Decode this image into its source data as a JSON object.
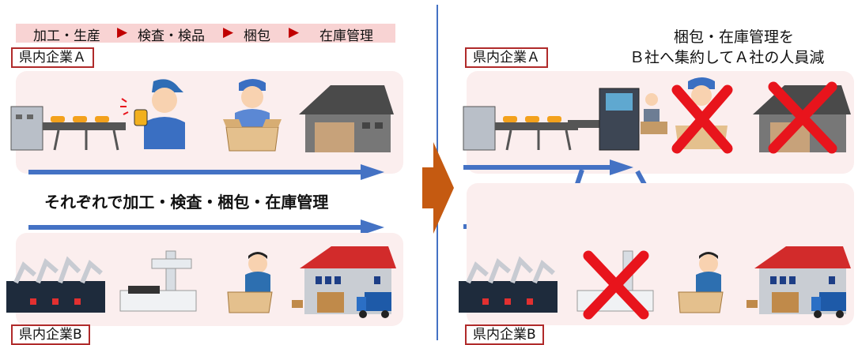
{
  "process_flow": {
    "steps": [
      "加工・生産",
      "検査・検品",
      "梱包",
      "在庫管理"
    ],
    "separator": "▶"
  },
  "left": {
    "company_a_label": "県内企業Ａ",
    "company_b_label": "県内企業B",
    "middle_caption": "それぞれで加工・検査・梱包・在庫管理"
  },
  "right": {
    "company_a_label": "県内企業Ａ",
    "company_b_label": "県内企業B",
    "caption_line1": "梱包・在庫管理を",
    "caption_line2": "Ｂ社へ集約してＡ社の人員減"
  },
  "colors": {
    "flow_arrow": "#4472c4",
    "transition_arrow": "#c55a11",
    "cross": "#e8141c",
    "label_border": "#b02a2a",
    "panel_bg": "#fbeeee",
    "steps_band": "#f8d3d3"
  }
}
